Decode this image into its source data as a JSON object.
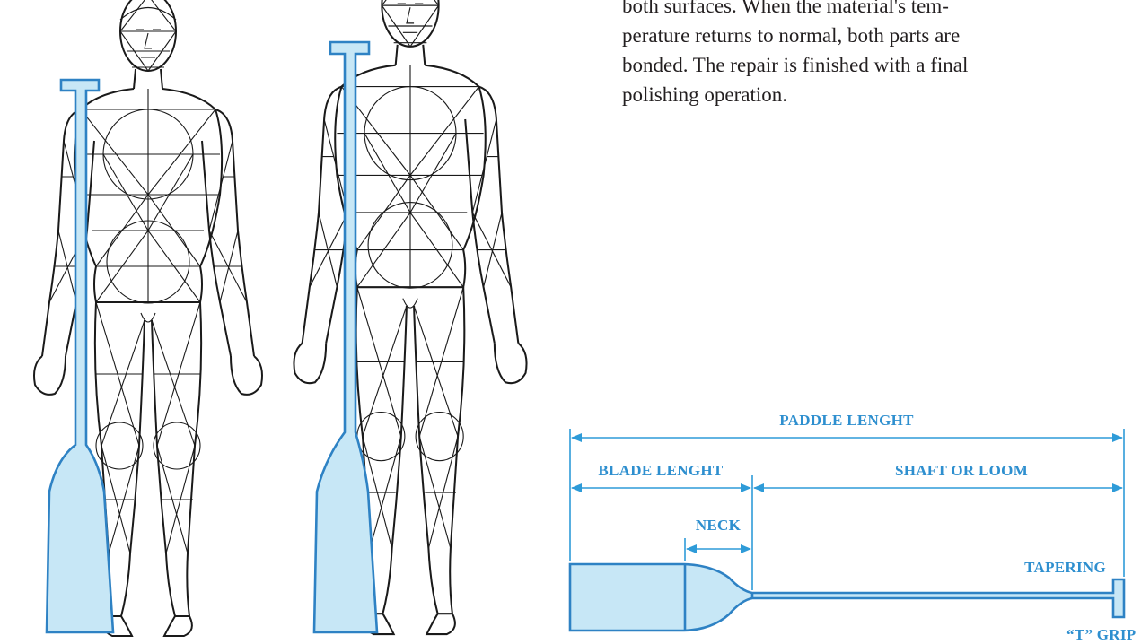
{
  "body_text": {
    "lines": [
      "both surfaces. When the material's tem-",
      "perature returns to normal, both parts are",
      "bonded. The repair is finished with a final",
      "polishing operation."
    ]
  },
  "diagram": {
    "labels": {
      "paddle_length": "PADDLE LENGHT",
      "blade_length": "BLADE LENGHT",
      "shaft_or_loom": "SHAFT OR LOOM",
      "neck": "NECK",
      "tapering": "TAPERING",
      "t_grip": "“T” GRIP"
    },
    "colors": {
      "dimension_line": "#2e9bd8",
      "paddle_outline": "#2e82c4",
      "paddle_fill": "#c7e7f6",
      "figure_line": "#1a1a1a",
      "label_text": "#2e8fcf"
    }
  }
}
